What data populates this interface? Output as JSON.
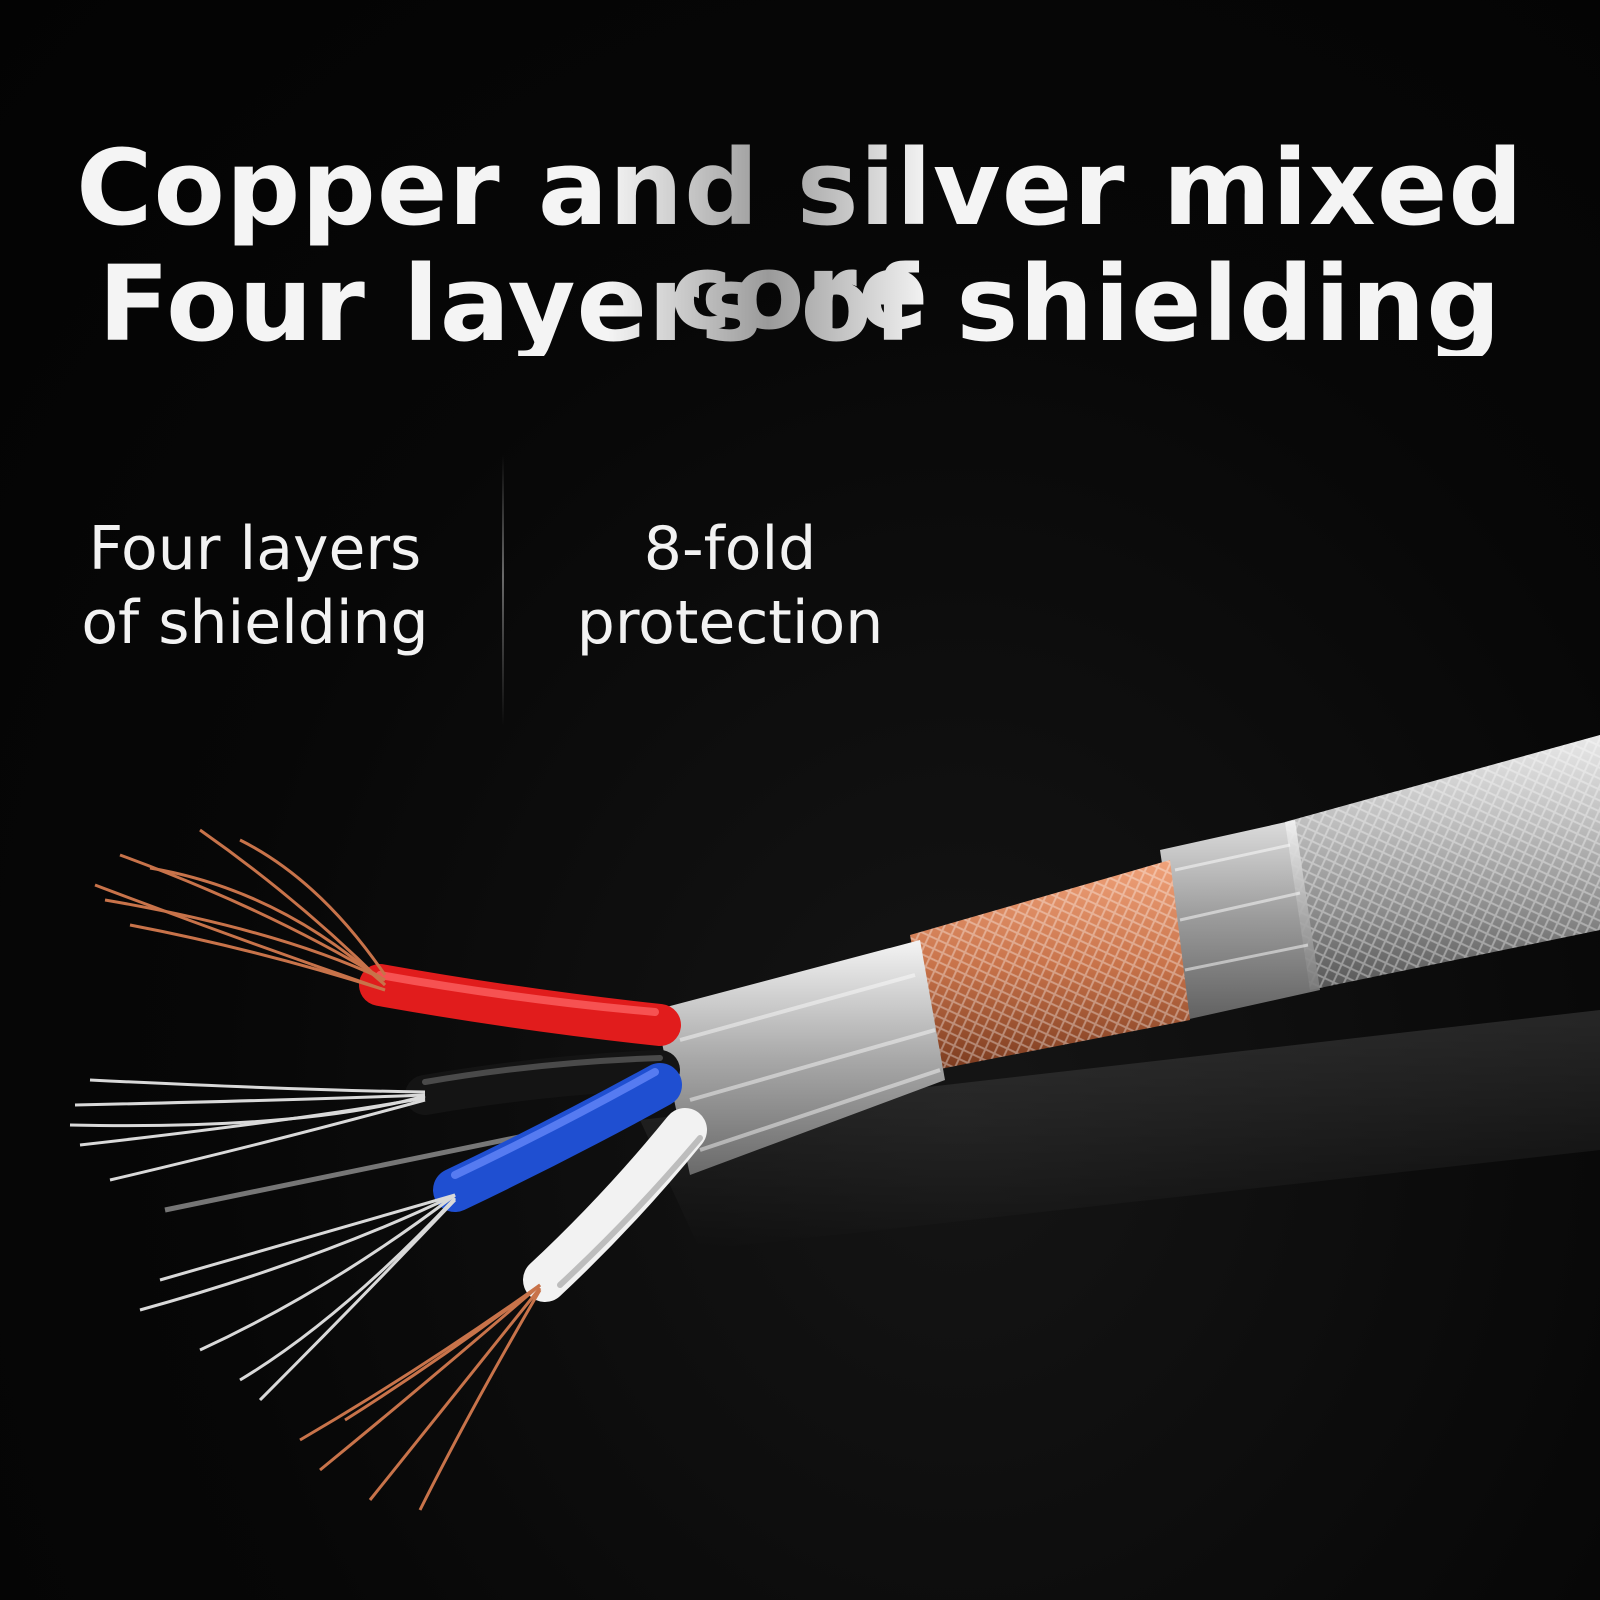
{
  "headline": {
    "line1": "Copper and silver mixed core",
    "line2": "Four layers of shielding"
  },
  "features": [
    {
      "line1": "Four layers",
      "line2": "of shielding"
    },
    {
      "line1": "8-fold",
      "line2": "protection"
    }
  ],
  "colors": {
    "background": "#050505",
    "text": "#f2f2f2",
    "copper": "#c8734a",
    "silver": "#c9c9c9",
    "red_insulation": "#e11c1c",
    "black_insulation": "#141414",
    "blue_insulation": "#1f4fd1",
    "white_insulation": "#f2f2f2"
  }
}
